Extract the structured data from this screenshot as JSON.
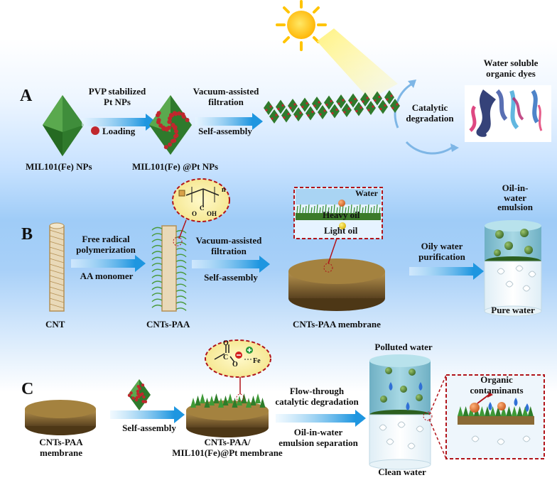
{
  "sections": {
    "a": {
      "letter": "A",
      "pvp_label": "PVP stabilized\nPt NPs",
      "loading_label": "Loading",
      "vacuum_label": "Vacuum-assisted\nfiltration",
      "self_assembly_label": "Self-assembly",
      "mil_np_label": "MIL101(Fe) NPs",
      "mil_pt_label": "MIL101(Fe) @Pt NPs",
      "catalytic_label": "Catalytic\ndegradation",
      "dyes_label": "Water soluble\norganic dyes"
    },
    "b": {
      "letter": "B",
      "free_radical_label": "Free radical\npolymerization",
      "aa_monomer_label": "AA monomer",
      "vacuum_label": "Vacuum-assisted\nfiltration",
      "self_assembly_label": "Self-assembly",
      "cnt_label": "CNT",
      "cnts_paa_label": "CNTs-PAA",
      "membrane_label": "CNTs-PAA membrane",
      "water_label": "Water",
      "heavy_oil_label": "Heavy oil",
      "light_oil_label": "Light oil",
      "oily_label": "Oily water\npurification",
      "emulsion_label": "Oil-in-\nwater\nemulsion",
      "pure_water_label": "Pure water",
      "subscript_n": "n",
      "chem_c": "C",
      "chem_o": "O",
      "chem_oh": "OH"
    },
    "c": {
      "letter": "C",
      "cnts_paa_membrane_label": "CNTs-PAA\nmembrane",
      "self_assembly_label": "Self-assembly",
      "composite_label": "CNTs-PAA/\nMIL101(Fe)@Pt membrane",
      "flow_label": "Flow-through\ncatalytic degradation",
      "emulsion_sep_label": "Oil-in-water\nemulsion separation",
      "polluted_label": "Polluted water",
      "clean_label": "Clean water",
      "organic_label": "Organic\ncontaminants",
      "chem_c": "C",
      "chem_o": "O",
      "chem_fe": "Fe"
    }
  },
  "colors": {
    "sun": "#FFD11A",
    "octahedron_green": "#3d8c3a",
    "pt_red": "#c0272d",
    "arrow_blue": "#35a3e6",
    "cylinder_blue": "#8ec5d6",
    "membrane_brown": "#8a6a35",
    "dashed_red": "#b1141a"
  }
}
